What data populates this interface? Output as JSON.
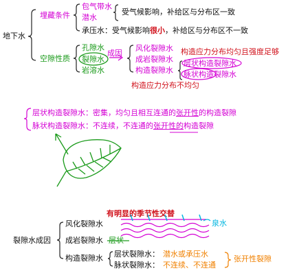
{
  "section1": {
    "root": "地下水",
    "burial_label": "埋藏条件",
    "baoqidai": "包气带水",
    "qianshui": "潜水",
    "qian_note": "受气候影响，补给区与分布区一致",
    "chengya": "承压水：",
    "chengya_note_pre": "受气候影响",
    "chengya_note_bold": "很小",
    "chengya_note_post": "，补给区与分布区不一致",
    "pore_label": "空隙性质",
    "kongxi": "孔隙水",
    "liexi": "裂隙水",
    "yanrong": "岩溶水",
    "chengyin": "成因",
    "fenghua": "风化裂隙水",
    "chengyan": "成岩裂隙水",
    "gouzao": "构造裂隙水",
    "stress_even": "构造应力分布均匀且强度足够",
    "cengzhuang": "层状构造裂隙水",
    "maizhuang": "脉状构造裂隙水",
    "stress_uneven": "构造应力分布不均匀"
  },
  "section2": {
    "line1_label": "层状构造裂隙水：",
    "line1_text_a": "密集，均匀且相互连通的",
    "line1_text_b": "张开性",
    "line1_text_c": "的构造裂隙",
    "line2_label": "脉状构造裂隙水：",
    "line2_text_a": "不连续，不连通的",
    "line2_text_b": "张开性的",
    "line2_text_c": "构造裂隙"
  },
  "section3": {
    "root": "裂隙水成因",
    "seasonal": "有明显的季节性交替",
    "fenghua": "风化裂隙水",
    "quanshui": "泉水",
    "chengyan": "成岩裂隙水",
    "cengzhuang_tag": "层状",
    "gouzao": "构造裂隙水",
    "cengzhuang": "层状裂隙水：",
    "cengzhuang_note": "潜水或承压水",
    "maizhuang": "脉状裂隙水：",
    "maizhuang_note": "不连续、不连通",
    "zhangkai": "张开性裂隙"
  }
}
